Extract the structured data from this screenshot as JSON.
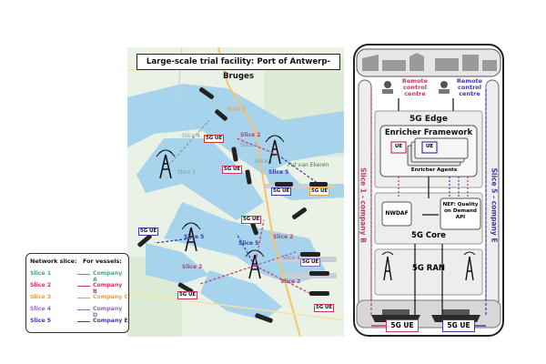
{
  "map": {
    "title": "Large-scale trial facility: Port of Antwerp-Bruges",
    "place_label": "Put van Ekeren",
    "slice_labels": [
      {
        "text": "Slice 1",
        "color": "#7f9aa6"
      },
      {
        "text": "Slice 2",
        "color": "#c0396b"
      },
      {
        "text": "Slice 3",
        "color": "#e0a23c"
      },
      {
        "text": "Slice 4",
        "color": "#8c6bb1"
      },
      {
        "text": "Slice 5",
        "color": "#3b3ba8"
      }
    ],
    "ue_label": "5G UE"
  },
  "legend": {
    "header_slice": "Network slice:",
    "header_vessel": "For vessels:",
    "rows": [
      {
        "slice": "Slice 1",
        "company": "Company A",
        "color": "#4aa38c"
      },
      {
        "slice": "Slice 2",
        "company": "Company B",
        "color": "#c0396b"
      },
      {
        "slice": "Slice 3",
        "company": "Company C",
        "color": "#e0a23c"
      },
      {
        "slice": "Slice 4",
        "company": "Company D",
        "color": "#8c6bb1"
      },
      {
        "slice": "Slice 5",
        "company": "Company E",
        "color": "#3b3ba8"
      }
    ]
  },
  "arch": {
    "rcc_left": "Remote control centre",
    "rcc_right": "Remote control centre",
    "edge": "5G Edge",
    "enricher": "Enricher Framework",
    "ue": "UE",
    "agents": "Enricher Agents",
    "nwdaf": "NWDAF",
    "nef": "NEF: Quality on Demand API",
    "core": "5G Core",
    "ran": "5G RAN",
    "ue_left": "5G UE",
    "ue_right": "5G UE",
    "side_left": "Slice 1 - company B",
    "side_right": "Slice 5 - company E",
    "colors": {
      "left": "#c0396b",
      "right": "#3b3ba8",
      "purple": "#6a3fa0"
    }
  }
}
